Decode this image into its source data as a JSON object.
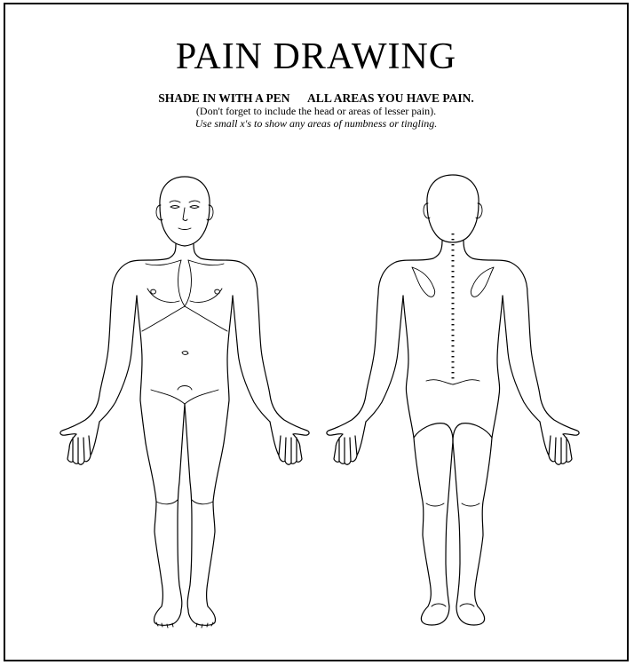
{
  "form": {
    "title": "PAIN DRAWING",
    "instruction_main": "SHADE IN WITH A PEN      ALL AREAS YOU HAVE PAIN.",
    "instruction_note": "(Don't forget to include the head or areas of lesser pain).",
    "instruction_numbness": "Use small x's to show any areas of numbness or tingling."
  },
  "figures": {
    "front": "front-view body outline",
    "back": "back-view body outline"
  }
}
